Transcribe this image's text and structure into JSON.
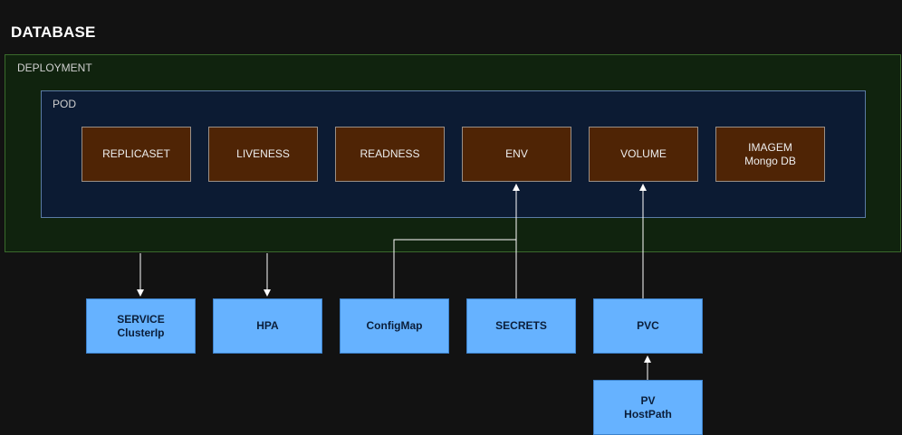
{
  "diagram": {
    "title": "DATABASE",
    "deployment_label": "DEPLOYMENT",
    "pod_label": "POD",
    "pod_items": [
      {
        "line1": "REPLICASET",
        "line2": ""
      },
      {
        "line1": "LIVENESS",
        "line2": ""
      },
      {
        "line1": "READNESS",
        "line2": ""
      },
      {
        "line1": "ENV",
        "line2": ""
      },
      {
        "line1": "VOLUME",
        "line2": ""
      },
      {
        "line1": "IMAGEM",
        "line2": "Mongo DB"
      }
    ],
    "resources": [
      {
        "line1": "SERVICE",
        "line2": "ClusterIp"
      },
      {
        "line1": "HPA",
        "line2": ""
      },
      {
        "line1": "ConfigMap",
        "line2": ""
      },
      {
        "line1": "SECRETS",
        "line2": ""
      },
      {
        "line1": "PVC",
        "line2": ""
      },
      {
        "line1": "PV",
        "line2": "HostPath"
      }
    ]
  },
  "colors": {
    "background": "#121212",
    "deployment_fill": "#10230e",
    "pod_fill": "#0c1b33",
    "pod_item_fill": "#4f2405",
    "resource_fill": "#66b2ff",
    "connector": "#ffffff"
  }
}
